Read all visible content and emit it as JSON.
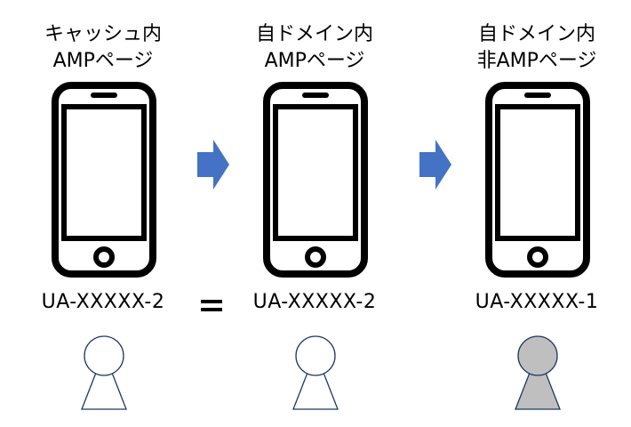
{
  "columns": [
    {
      "title_line1": "キャッシュ内",
      "title_line2": "AMPページ",
      "ua_id": "UA-XXXXX-2",
      "user_fill": "#ffffff"
    },
    {
      "title_line1": "自ドメイン内",
      "title_line2": "AMPページ",
      "ua_id": "UA-XXXXX-2",
      "user_fill": "#ffffff"
    },
    {
      "title_line1": "自ドメイン内",
      "title_line2": "非AMPページ",
      "ua_id": "UA-XXXXX-1",
      "user_fill": "#bfbfbf"
    }
  ],
  "colors": {
    "arrow": "#4472c4",
    "user_stroke": "#1f3864",
    "phone": "#000000"
  },
  "icons": {
    "device": "smartphone-icon",
    "flow": "right-arrow-icon",
    "user": "user-icon",
    "relation": "equals-sign"
  }
}
